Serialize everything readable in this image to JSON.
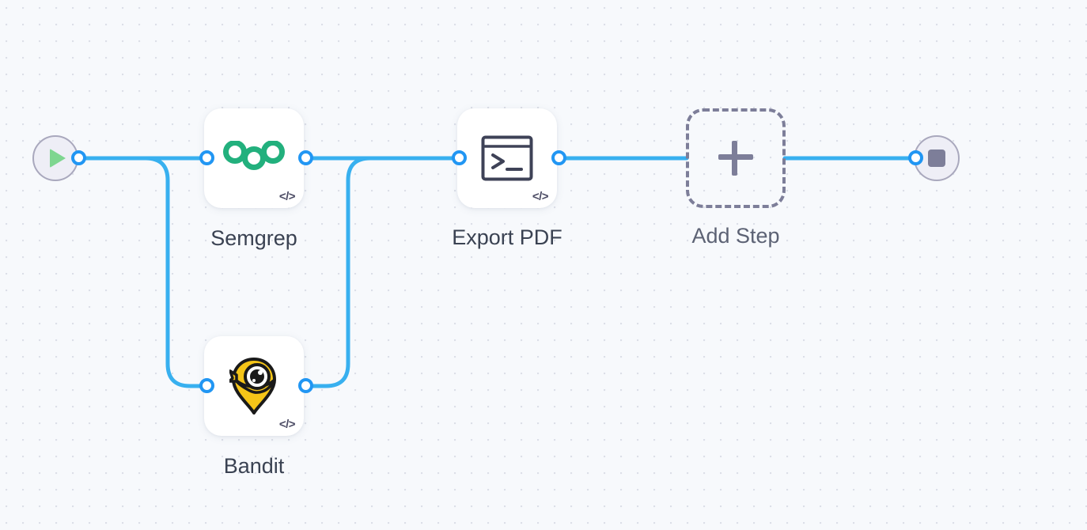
{
  "canvas": {
    "background_color": "#f7f9fc",
    "dot_color": "#dcdfe8",
    "edge_color": "#38b0ef",
    "port_color": "#2196f3",
    "terminal_fill": "#eeeef6",
    "terminal_border": "#a9a8bd"
  },
  "start_node": {
    "name": "start",
    "icon": "play-icon",
    "icon_color": "#7ed690"
  },
  "end_node": {
    "name": "end",
    "icon": "stop-icon",
    "icon_color": "#7d7e99"
  },
  "steps": [
    {
      "id": "semgrep",
      "label": "Semgrep",
      "icon": "semgrep-logo-icon",
      "icon_color": "#22b07d",
      "badge": "</>"
    },
    {
      "id": "bandit",
      "label": "Bandit",
      "icon": "bandit-logo-icon",
      "icon_color": "#f5c518",
      "badge": "</>"
    },
    {
      "id": "export_pdf",
      "label": "Export PDF",
      "icon": "terminal-icon",
      "icon_color": "#3e4257",
      "badge": "</>"
    },
    {
      "id": "add_step",
      "label": "Add Step",
      "icon": "plus-icon",
      "icon_color": "#7d7e99",
      "badge": ""
    }
  ]
}
